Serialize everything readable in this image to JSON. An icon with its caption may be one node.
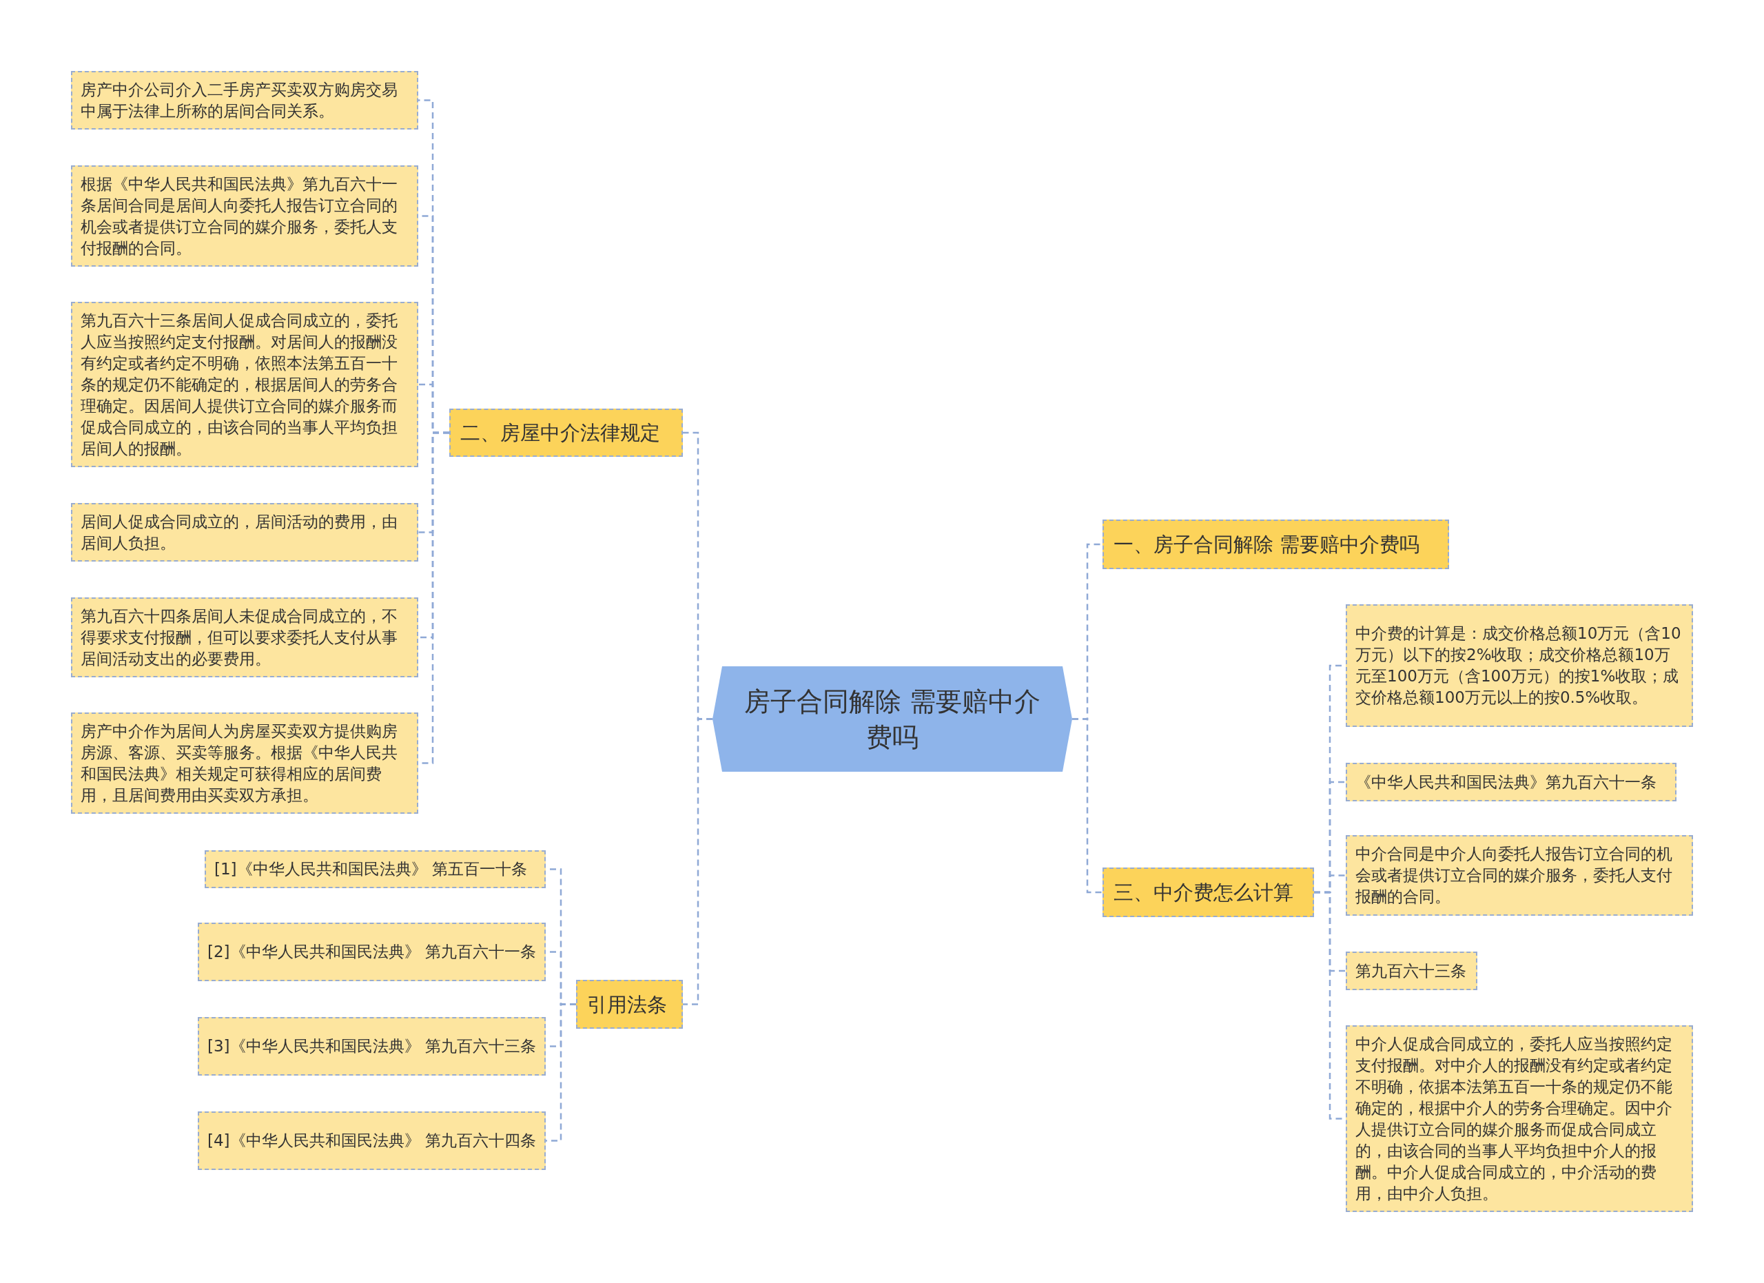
{
  "diagram": {
    "nodes": [
      {
        "text": [
          "房子合同解除 需要赔中介费吗"
        ]
      },
      {
        "text": [
          "二、房屋中介法律规定"
        ]
      },
      {
        "text": [
          "房产中介公司介入二手房产买卖双方购房交易中属于法律上所称的居间合同关系。"
        ]
      },
      {
        "text": [
          "根据《中华人民共和国民法典》第九百六十一条居间合同是居间人向委托人报告订立合同的机会或者提供订立合同的媒介服务，委托人支付报酬的合同。"
        ]
      },
      {
        "text": [
          "第九百六十三条居间人促成合同成立的，委托人应当按照约定支付报酬。对居间人的报酬没有约定或者约定不明确，依照本法第五百一十条的规定仍不能确定的，根据居间人的劳务合理确定。因居间人提供订立合同的媒介服务而促成合同成立的，由该合同的当事人平均负担居间人的报酬。"
        ]
      },
      {
        "text": [
          "居间人促成合同成立的，居间活动的费用，由居间人负担。"
        ]
      },
      {
        "text": [
          "第九百六十四条居间人未促成合同成立的，不得要求支付报酬，但可以要求委托人支付从事居间活动支出的必要费用。"
        ]
      },
      {
        "text": [
          "房产中介作为居间人为房屋买卖双方提供购房房源、客源、买卖等服务。根据《中华人民共和国民法典》相关规定可获得相应的居间费用，且居间费用由买卖双方承担。"
        ]
      },
      {
        "text": [
          "引用法条"
        ]
      },
      {
        "text": [
          "[1]《中华人民共和国民法典》 第五百一十条"
        ]
      },
      {
        "text": [
          "[2]《中华人民共和国民法典》 第九百六十一条"
        ]
      },
      {
        "text": [
          "[3]《中华人民共和国民法典》 第九百六十三条"
        ]
      },
      {
        "text": [
          "[4]《中华人民共和国民法典》 第九百六十四条"
        ]
      },
      {
        "text": [
          "一、房子合同解除 需要赔中介费吗"
        ]
      },
      {
        "text": [
          "三、中介费怎么计算"
        ]
      },
      {
        "text": [
          "中介费的计算是：成交价格总额10万元（含10万元）以下的按2%收取；成交价格总额10万元至100万元（含100万元）的按1%收取；成交价格总额100万元以上的按0.5%收取。"
        ]
      },
      {
        "text": [
          "《中华人民共和国民法典》第九百六十一条"
        ]
      },
      {
        "text": [
          "中介合同是中介人向委托人报告订立合同的机会或者提供订立合同的媒介服务，委托人支付报酬的合同。"
        ]
      },
      {
        "text": [
          "第九百六十三条"
        ]
      },
      {
        "text": [
          "中介人促成合同成立的，委托人应当按照约定支付报酬。对中介人的报酬没有约定或者约定不明确，依据本法第五百一十条的规定仍不能确定的，根据中介人的劳务合理确定。因中介人提供订立合同的媒介服务而促成合同成立的，由该合同的当事人平均负担中介人的报酬。中介人促成合同成立的，中介活动的费用，由中介人负担。"
        ]
      }
    ],
    "edges": [
      {
        "from": 0,
        "to": 1,
        "arrow": "none"
      },
      {
        "from": 1,
        "to": 2,
        "arrow": "none"
      },
      {
        "from": 1,
        "to": 3,
        "arrow": "none"
      },
      {
        "from": 1,
        "to": 4,
        "arrow": "none"
      },
      {
        "from": 1,
        "to": 5,
        "arrow": "none"
      },
      {
        "from": 1,
        "to": 6,
        "arrow": "none"
      },
      {
        "from": 1,
        "to": 7,
        "arrow": "none"
      },
      {
        "from": 0,
        "to": 8,
        "arrow": "none"
      },
      {
        "from": 8,
        "to": 9,
        "arrow": "none"
      },
      {
        "from": 8,
        "to": 10,
        "arrow": "none"
      },
      {
        "from": 8,
        "to": 11,
        "arrow": "none"
      },
      {
        "from": 8,
        "to": 12,
        "arrow": "none"
      },
      {
        "from": 0,
        "to": 13,
        "arrow": "none"
      },
      {
        "from": 0,
        "to": 14,
        "arrow": "none"
      },
      {
        "from": 14,
        "to": 15,
        "arrow": "none"
      },
      {
        "from": 14,
        "to": 16,
        "arrow": "none"
      },
      {
        "from": 14,
        "to": 17,
        "arrow": "none"
      },
      {
        "from": 14,
        "to": 18,
        "arrow": "none"
      },
      {
        "from": 14,
        "to": 19,
        "arrow": "none"
      }
    ]
  }
}
